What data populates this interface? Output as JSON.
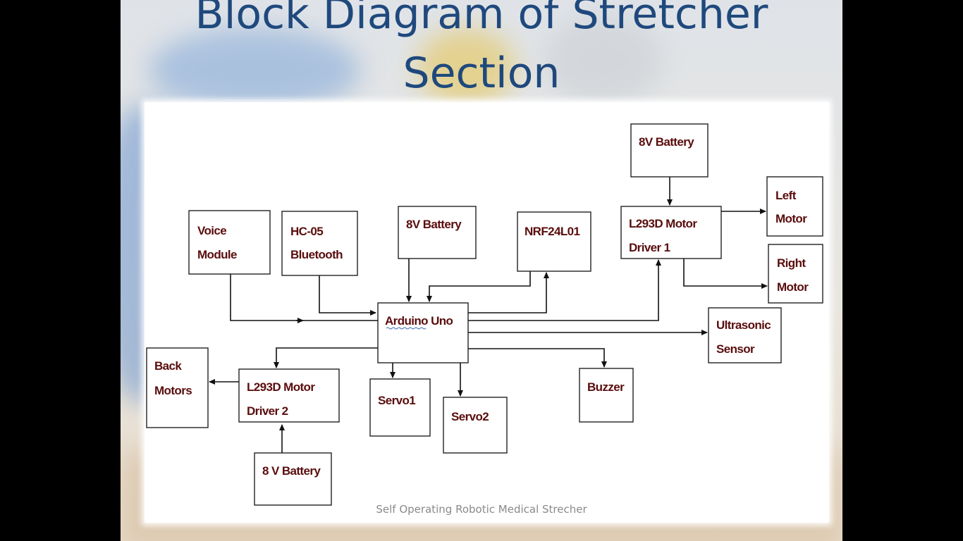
{
  "slide": {
    "title": "Block Diagram of Stretcher Section",
    "footer": "Self Operating Robotic Medical Strecher"
  },
  "blocks": {
    "battery_top": [
      "8V Battery"
    ],
    "voice_module": [
      "Voice",
      "Module"
    ],
    "bluetooth": [
      "HC-05",
      "Bluetooth"
    ],
    "battery_mid": [
      "8V Battery"
    ],
    "nrf": [
      "NRF24L01"
    ],
    "driver1": [
      "L293D Motor",
      "Driver 1"
    ],
    "left_motor": [
      "Left",
      "Motor"
    ],
    "right_motor": [
      "Right",
      "Motor"
    ],
    "arduino": [
      "Arduino Uno"
    ],
    "ultrasonic": [
      "Ultrasonic",
      "Sensor"
    ],
    "back_motors": [
      "Back",
      "Motors"
    ],
    "driver2": [
      "L293D Motor",
      "Driver 2"
    ],
    "servo1": [
      "Servo1"
    ],
    "servo2": [
      "Servo2"
    ],
    "buzzer": [
      "Buzzer"
    ],
    "battery_bottom": [
      "8 V Battery"
    ]
  }
}
